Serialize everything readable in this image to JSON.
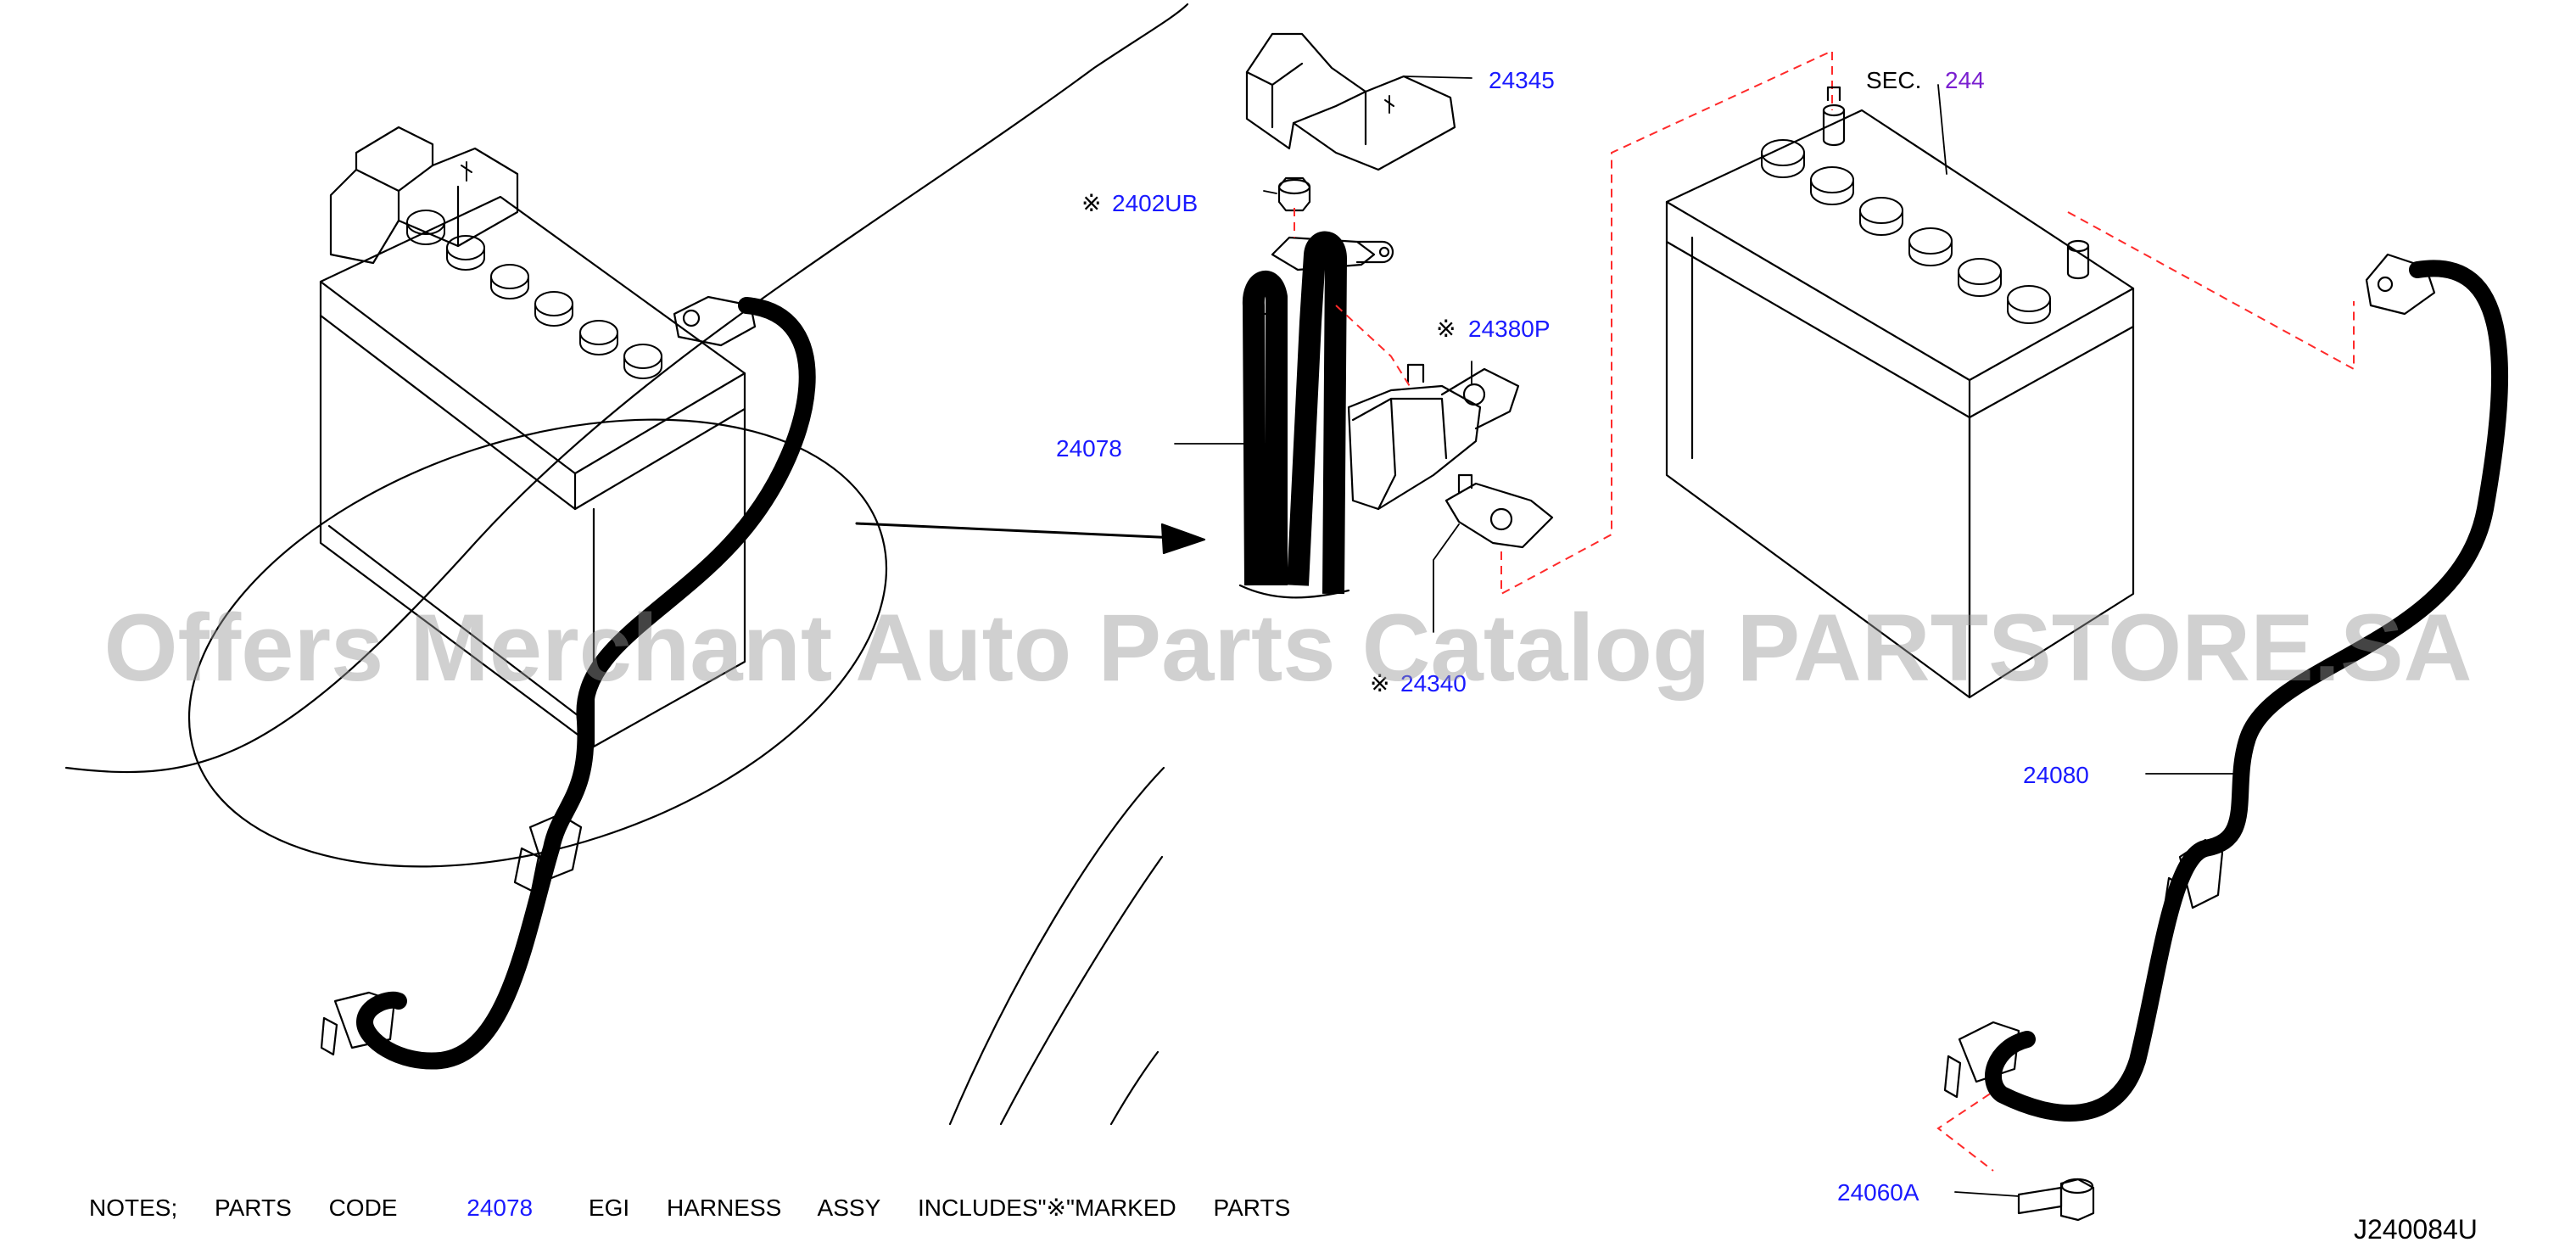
{
  "labels": {
    "l24345": "24345",
    "l2402UB": "2402UB",
    "l24380P": "24380P",
    "l24078": "24078",
    "l24340": "24340",
    "sec": "SEC.",
    "l244": "244",
    "l24080": "24080",
    "l24060A": "24060A",
    "mark": "※"
  },
  "notes": {
    "prefix": "NOTES;",
    "parts": "PARTS",
    "code": "CODE",
    "code_value": "24078",
    "egi": "EGI",
    "harness": "HARNESS",
    "assy": "ASSY",
    "includes": "INCLUDES\"※\"MARKED",
    "marked_parts": "PARTS"
  },
  "diagram_id": "J240084U",
  "watermark": "Offers Merchant Auto Parts Catalog PARTSTORE.SA",
  "colors": {
    "label": "#1a1aff",
    "sec_link": "#7a1fd0",
    "dashed_line": "#ff2a2a",
    "ink": "#000000"
  }
}
